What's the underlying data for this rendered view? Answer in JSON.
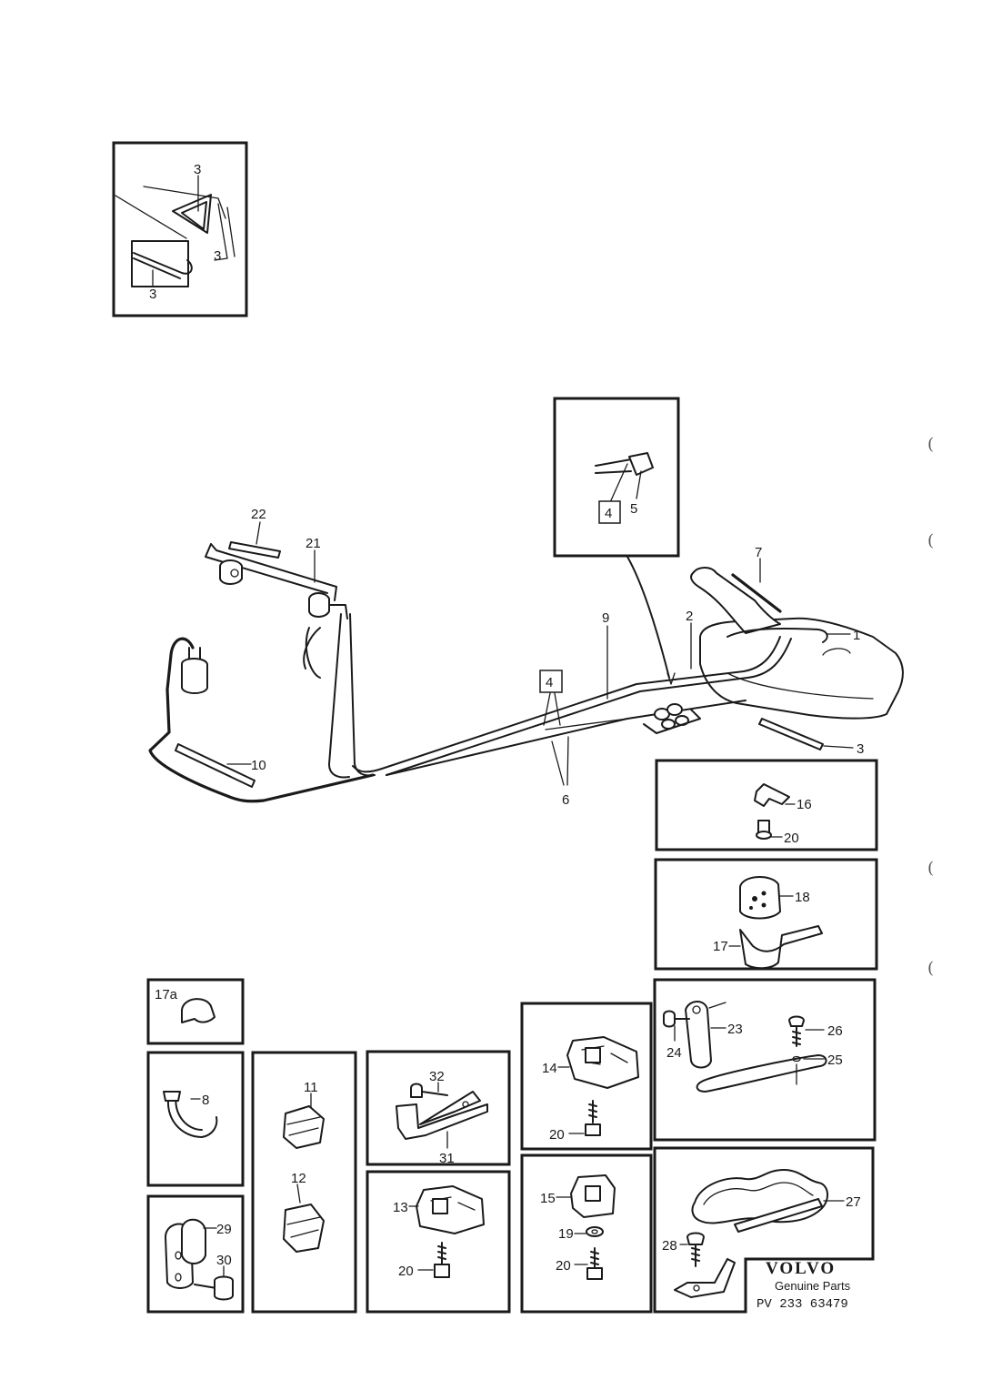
{
  "inset_top": {
    "label_a": "3",
    "label_b": "3",
    "label_c": "3"
  },
  "inset_union": {
    "label_4": "4",
    "label_5": "5"
  },
  "main": {
    "l1": "1",
    "l2": "2",
    "l3": "3",
    "l4": "4",
    "l6": "6",
    "l7": "7",
    "l9": "9",
    "l10": "10",
    "l21": "21",
    "l22": "22"
  },
  "boxes": {
    "b16": {
      "l16": "16",
      "l20": "20"
    },
    "b18": {
      "l18": "18",
      "l17": "17"
    },
    "b17a": {
      "l17a": "17a"
    },
    "b23": {
      "l23": "23",
      "l24": "24",
      "l25": "25",
      "l26": "26"
    },
    "b8": {
      "l8": "8"
    },
    "b11": {
      "l11": "11",
      "l12": "12"
    },
    "b31": {
      "l32": "32",
      "l31": "31"
    },
    "b14": {
      "l14": "14",
      "l20": "20"
    },
    "b13": {
      "l13": "13",
      "l20": "20"
    },
    "b15": {
      "l15": "15",
      "l19": "19",
      "l20": "20"
    },
    "b29": {
      "l29": "29",
      "l30": "30"
    },
    "b27": {
      "l27": "27",
      "l28": "28"
    }
  },
  "brand": {
    "name": "VOLVO",
    "tagline": "Genuine Parts",
    "code": "PV 233 63479"
  },
  "margin_marks": [
    "(",
    "(",
    "(",
    "("
  ]
}
